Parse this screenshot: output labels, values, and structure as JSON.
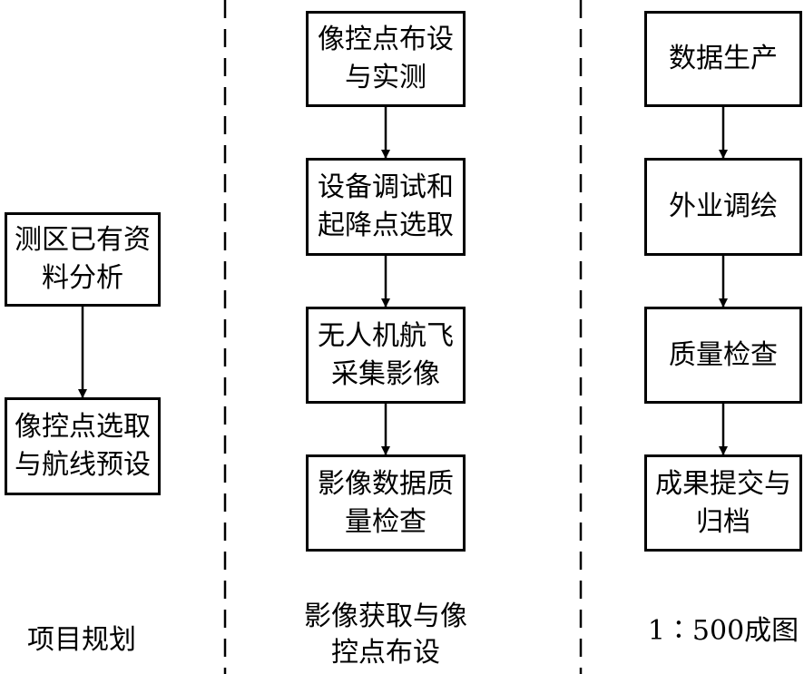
{
  "columns": [
    {
      "caption": "项目规划",
      "boxes": [
        "测区已有资料分析",
        "像控点选取与航线预设"
      ]
    },
    {
      "caption": "影像获取与像控点布设",
      "boxes": [
        "像控点布设与实测",
        "设备调试和起降点选取",
        "无人机航飞采集影像",
        "影像数据质量检查"
      ]
    },
    {
      "caption": "1∶500成图",
      "boxes": [
        "数据生产",
        "外业调绘",
        "质量检查",
        "成果提交与归档"
      ]
    }
  ]
}
